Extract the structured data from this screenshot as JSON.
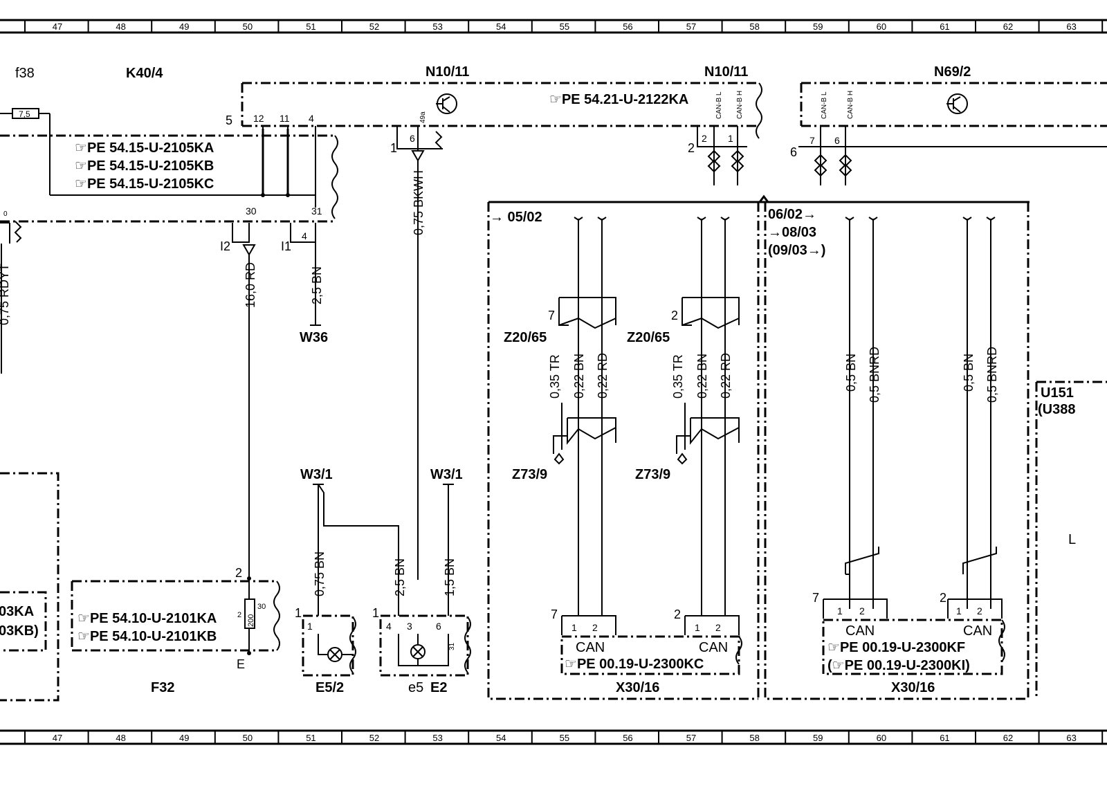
{
  "ruler_columns": [
    "47",
    "48",
    "49",
    "50",
    "51",
    "52",
    "53",
    "54",
    "55",
    "56",
    "57",
    "58",
    "59",
    "60",
    "61",
    "62",
    "63"
  ],
  "components": {
    "f38": "f38",
    "k40_4": "K40/4",
    "n10_11_a": "N10/11",
    "n10_11_b": "N10/11",
    "n69_2": "N69/2",
    "u151": "U151",
    "u388": "(U388",
    "w36": "W36",
    "w3_1_a": "W3/1",
    "w3_1_b": "W3/1",
    "z20_65_a": "Z20/65",
    "z20_65_b": "Z20/65",
    "z73_9_a": "Z73/9",
    "z73_9_b": "Z73/9",
    "f32": "F32",
    "e5_2": "E5/2",
    "e5": "e5",
    "e2": "E2",
    "x30_16_a": "X30/16",
    "x30_16_b": "X30/16"
  },
  "references": {
    "pe_2105ka": "PE  54.15-U-2105KA",
    "pe_2105kb": "PE  54.15-U-2105KB",
    "pe_2105kc": "PE  54.15-U-2105KC",
    "pe_2122ka": "PE  54.21-U-2122KA",
    "pe_2101ka": "PE  54.10-U-2101KA",
    "pe_2101kb": "PE  54.10-U-2101KB",
    "pe_2300kc": "PE  00.19-U-2300KC",
    "pe_2300kf": "PE  00.19-U-2300KF",
    "pe_2300ki": "PE  00.19-U-2300KI)",
    "pe_2300ki_open": "(",
    "left_ka": "03KA",
    "left_kb": "03KB)"
  },
  "date_ranges": {
    "r1": "→ 05/02",
    "r2": "06/02→",
    "r3": "→08/03",
    "r4": "(09/03→)"
  },
  "wire_labels": {
    "w075_bkwh": "0,75 BKWH",
    "w160_rd": "16,0 RD",
    "w25_bn": "2,5 BN",
    "w075_bn": "0,75 BN",
    "w25_bn_b": "2,5 BN",
    "w15_bn": "1,5 BN",
    "w035_tr_a": "0,35 TR",
    "w022_bn_a": "0,22 BN",
    "w022_rd_a": "0,22 RD",
    "w035_tr_b": "0,35 TR",
    "w022_bn_b": "0,22 BN",
    "w022_rd_b": "0,22 RD",
    "w05_bn_a": "0,5 BN",
    "w05_bnrd_a": "0,5 BNRD",
    "w05_bn_b": "0,5 BN",
    "w05_bnrd_b": "0,5 BNRD",
    "w_left": "0,75 RDYT"
  },
  "pins": {
    "p5": "5",
    "p12": "12",
    "p11": "11",
    "p4": "4",
    "p30": "30",
    "p31": "31",
    "p4b": "4",
    "l12": "I2",
    "l11": "I1",
    "p1_n10": "1",
    "p6_n10": "6",
    "p49a": "49a",
    "p2_n10b": "2",
    "p2b": "2",
    "p1b": "1",
    "p6_n69": "6",
    "p7_n69": "7",
    "p6b_n69": "6",
    "p2_f32": "2",
    "pE": "E",
    "p2s": "2",
    "p30s": "30",
    "r200": "200",
    "p1_e52": "1",
    "p1b_e52": "1",
    "p1_e2": "1",
    "p4_e2": "4",
    "p3_e2": "3",
    "p6_e2": "6",
    "p31_e2": "31",
    "z7": "7",
    "z2": "2",
    "x7": "7",
    "x1": "1",
    "x2": "2",
    "x2b": "2",
    "x1b": "1",
    "x2c": "2",
    "x7c": "7",
    "x1c": "1",
    "x2d": "2",
    "x2e": "2",
    "x1e": "1",
    "x2f": "2",
    "fuse": "7,5",
    "p0": "0",
    "L": "L"
  },
  "can_labels": {
    "can_a": "CAN",
    "can_b": "CAN",
    "can_c": "CAN",
    "can_d": "CAN",
    "canbl_1": "CAN-B L",
    "canbh_1": "CAN-B H",
    "canbl_2": "CAN-B L",
    "canbh_2": "CAN-B H"
  }
}
